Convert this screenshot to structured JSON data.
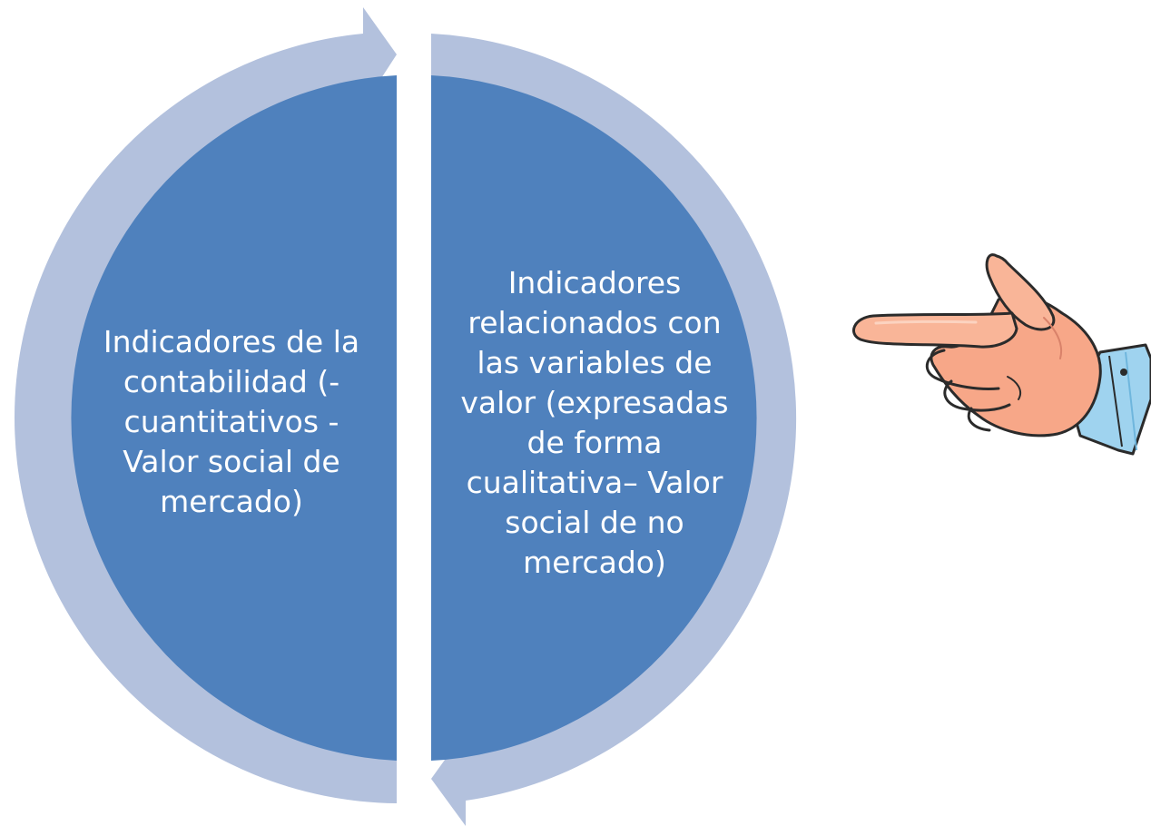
{
  "diagram": {
    "segments": [
      {
        "id": "left",
        "label": "Indicadores de la contabilidad (- cuantitativos - Valor social de mercado)"
      },
      {
        "id": "right",
        "label": "Indicadores relacionados con las variables de valor (expresadas de forma cualitativa– Valor social de no mercado)"
      }
    ]
  },
  "colors": {
    "segment_fill": "#4f81bd",
    "arrow_ring": "#b3c1dd",
    "text": "#ffffff",
    "hand_skin": "#f7a788",
    "hand_outline": "#2b2b2b",
    "sleeve": "#9fd3ef"
  },
  "illustration": {
    "icon": "pointing-hand-icon"
  }
}
